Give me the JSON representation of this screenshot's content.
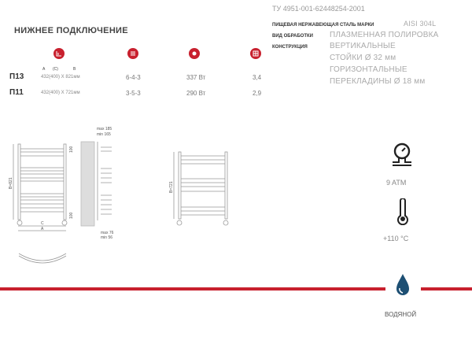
{
  "title": "НИЖНЕЕ ПОДКЛЮЧЕНИЕ",
  "icons": [
    "connection-size-icon",
    "bars-icon",
    "power-icon",
    "volume-icon"
  ],
  "size_labels": {
    "a": "A",
    "c": "(C)",
    "b": "B"
  },
  "rows": [
    {
      "model": "П13",
      "size": "432(400) X 821мм",
      "sections": "6-4-3",
      "power": "337 Вт",
      "volume": "3,4"
    },
    {
      "model": "П11",
      "size": "432(400) X 721мм",
      "sections": "3-5-3",
      "power": "290 Вт",
      "volume": "2,9"
    }
  ],
  "specs": {
    "tu": "ТУ 4951-001-62448254-2001",
    "steel_label": "ПИЩЕВАЯ НЕРЖАВЕЮЩАЯ СТАЛЬ МАРКИ",
    "steel_value": "AISI 304L",
    "treatment_label": "ВИД ОБРАБОТКИ",
    "treatment_value": "ПЛАЗМЕННАЯ ПОЛИРОВКА",
    "construction_label": "КОНСТРУКЦИЯ",
    "construction_lines": [
      "ВЕРТИКАЛЬНЫЕ",
      "СТОЙКИ Ø 32 мм",
      "ГОРИЗОНТАЛЬНЫЕ",
      "ПЕРЕКЛАДИНЫ Ø 18 мм"
    ]
  },
  "drawing": {
    "b1": "B=821",
    "b2": "B=721",
    "d100a": "100",
    "d100b": "100",
    "c": "C",
    "a": "A",
    "max185": "max 185",
    "min165": "min 165",
    "max76": "max 76",
    "min56": "min 56"
  },
  "pressure": "9 ATM",
  "temperature": "+110 °C",
  "type": "ВОДЯНОЙ",
  "colors": {
    "accent": "#c8202e",
    "drop": "#1d4f73"
  }
}
